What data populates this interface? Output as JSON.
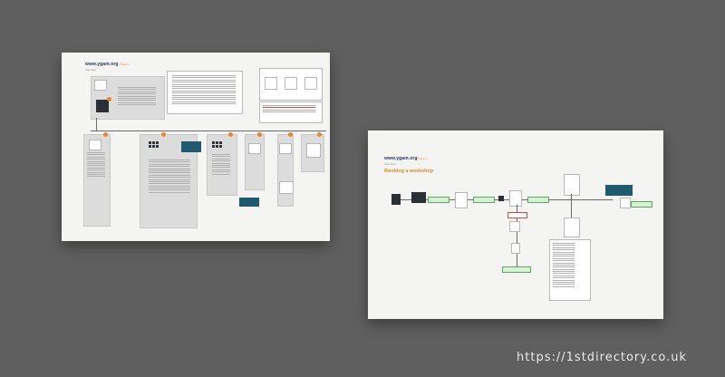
{
  "left_sheet": {
    "site_title": "www.ygam.org",
    "site_subtitle": "Site map",
    "tag": "Phase 1"
  },
  "right_sheet": {
    "site_title": "www.ygam.org",
    "site_subtitle": "User flow",
    "tag": "Phase 1",
    "flow_title": "Booking a workshop"
  },
  "watermark": "https://1stdirectory.co.uk",
  "colors": {
    "background": "#5f5f5f",
    "paper": "#f4f4f2",
    "accent_orange": "#e8862c",
    "teal": "#1f5a6e",
    "green": "#5aaa5a",
    "navy": "#2b3a67"
  }
}
